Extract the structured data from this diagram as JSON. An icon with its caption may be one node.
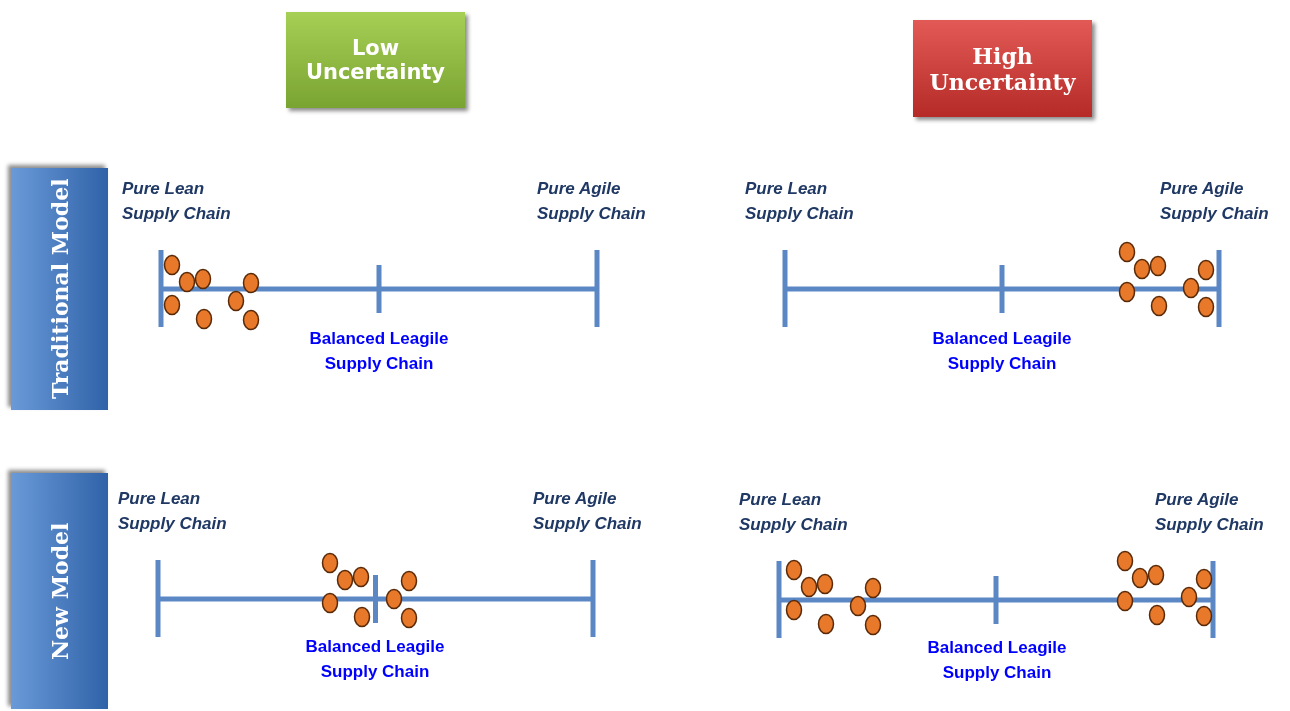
{
  "diagram": {
    "nodes": [
      {
        "text": [
          "Low Uncertainty"
        ]
      },
      {
        "text": [
          "High Uncertainty"
        ]
      },
      {
        "text": [
          "Traditional Model"
        ]
      },
      {
        "text": [
          "New Model"
        ]
      }
    ],
    "labels": [
      "Pure Lean Supply Chain",
      "Pure Agile Supply Chain",
      "Pure Lean Supply Chain",
      "Pure Agile Supply Chain",
      "Balanced Leagile Supply Chain",
      "Balanced Leagile Supply Chain",
      "Pure Lean Supply Chain",
      "Pure Agile Supply Chain",
      "Pure Lean Supply Chain",
      "Pure Agile Supply Chain",
      "Balanced Leagile Supply Chain",
      "Balanced Leagile Supply Chain"
    ]
  }
}
